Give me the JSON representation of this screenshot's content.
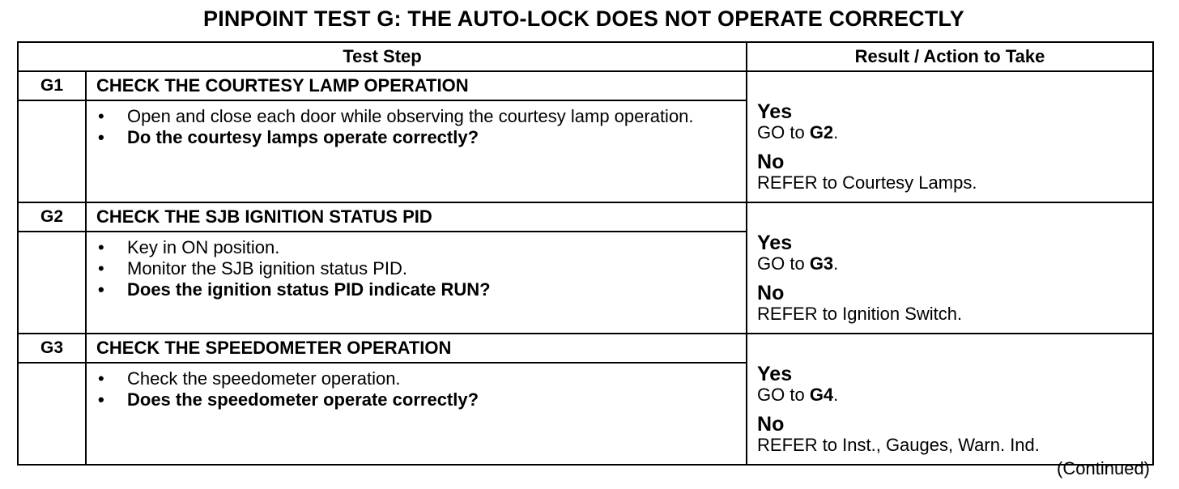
{
  "title": "PINPOINT TEST  G: THE AUTO-LOCK DOES NOT OPERATE CORRECTLY",
  "headers": {
    "step": "Test Step",
    "result": "Result / Action to Take"
  },
  "steps": [
    {
      "id": "G1",
      "heading": "CHECK THE COURTESY LAMP OPERATION",
      "bullets": [
        "Open and close each door while observing the courtesy lamp operation."
      ],
      "question": "Do the courtesy lamps operate correctly?",
      "yes_label": "Yes",
      "yes_prefix": "GO to ",
      "yes_target": "G2",
      "no_label": "No",
      "no_action": "REFER to Courtesy Lamps."
    },
    {
      "id": "G2",
      "heading": "CHECK THE SJB IGNITION STATUS PID",
      "bullets": [
        "Key in ON position.",
        "Monitor the SJB ignition status PID."
      ],
      "question": "Does the ignition status PID indicate RUN?",
      "yes_label": "Yes",
      "yes_prefix": "GO to ",
      "yes_target": "G3",
      "no_label": "No",
      "no_action": "REFER to Ignition Switch."
    },
    {
      "id": "G3",
      "heading": "CHECK THE SPEEDOMETER OPERATION",
      "bullets": [
        "Check the speedometer operation."
      ],
      "question": "Does the speedometer operate correctly?",
      "yes_label": "Yes",
      "yes_prefix": "GO to ",
      "yes_target": "G4",
      "no_label": "No",
      "no_action": "REFER to Inst., Gauges, Warn. Ind."
    }
  ],
  "bullet_glyph": "•",
  "continued": "(Continued)"
}
